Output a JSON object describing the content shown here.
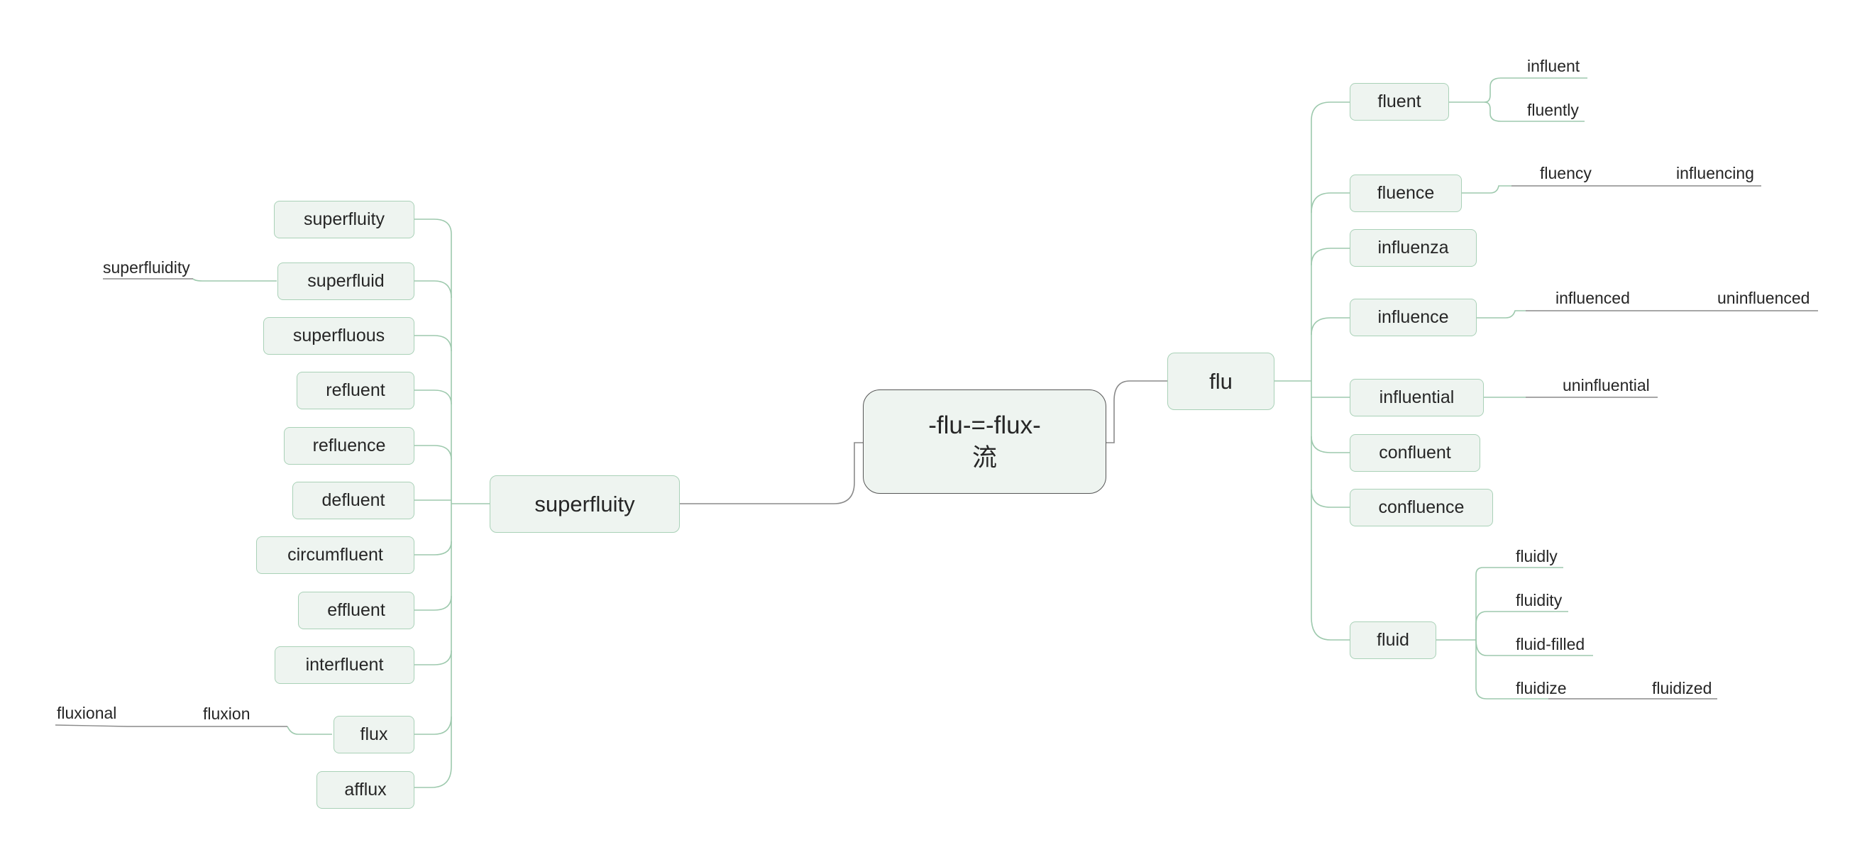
{
  "root": {
    "line1": "-flu-=-flux-",
    "line2": "流"
  },
  "right_branch": {
    "label": "flu",
    "fluent": {
      "label": "fluent",
      "children": [
        "influent",
        "fluently"
      ]
    },
    "fluence": {
      "label": "fluence",
      "child": "fluency",
      "grandchild": "influencing"
    },
    "influenza": {
      "label": "influenza"
    },
    "influence": {
      "label": "influence",
      "child": "influenced",
      "grandchild": "uninfluenced"
    },
    "influential": {
      "label": "influential",
      "child": "uninfluential"
    },
    "confluent": {
      "label": "confluent"
    },
    "confluence": {
      "label": "confluence"
    },
    "fluid": {
      "label": "fluid",
      "children": [
        "fluidly",
        "fluidity",
        "fluid-filled",
        "fluidize"
      ],
      "fluidize_child": "fluidized"
    }
  },
  "left_branch": {
    "label": "superfluity",
    "items": [
      "superfluity",
      "superfluid",
      "superfluous",
      "refluent",
      "refluence",
      "defluent",
      "circumfluent",
      "effluent",
      "interfluent",
      "flux",
      "afflux"
    ],
    "superfluid_child": "superfluidity",
    "flux_child": "fluxion",
    "flux_grandchild": "fluxional"
  },
  "colors": {
    "connector": "#9dc9ad",
    "node_fill": "#eef4f0",
    "node_border": "#a9d1b7",
    "root_border": "#555555",
    "underline": "#8a8a8a"
  }
}
